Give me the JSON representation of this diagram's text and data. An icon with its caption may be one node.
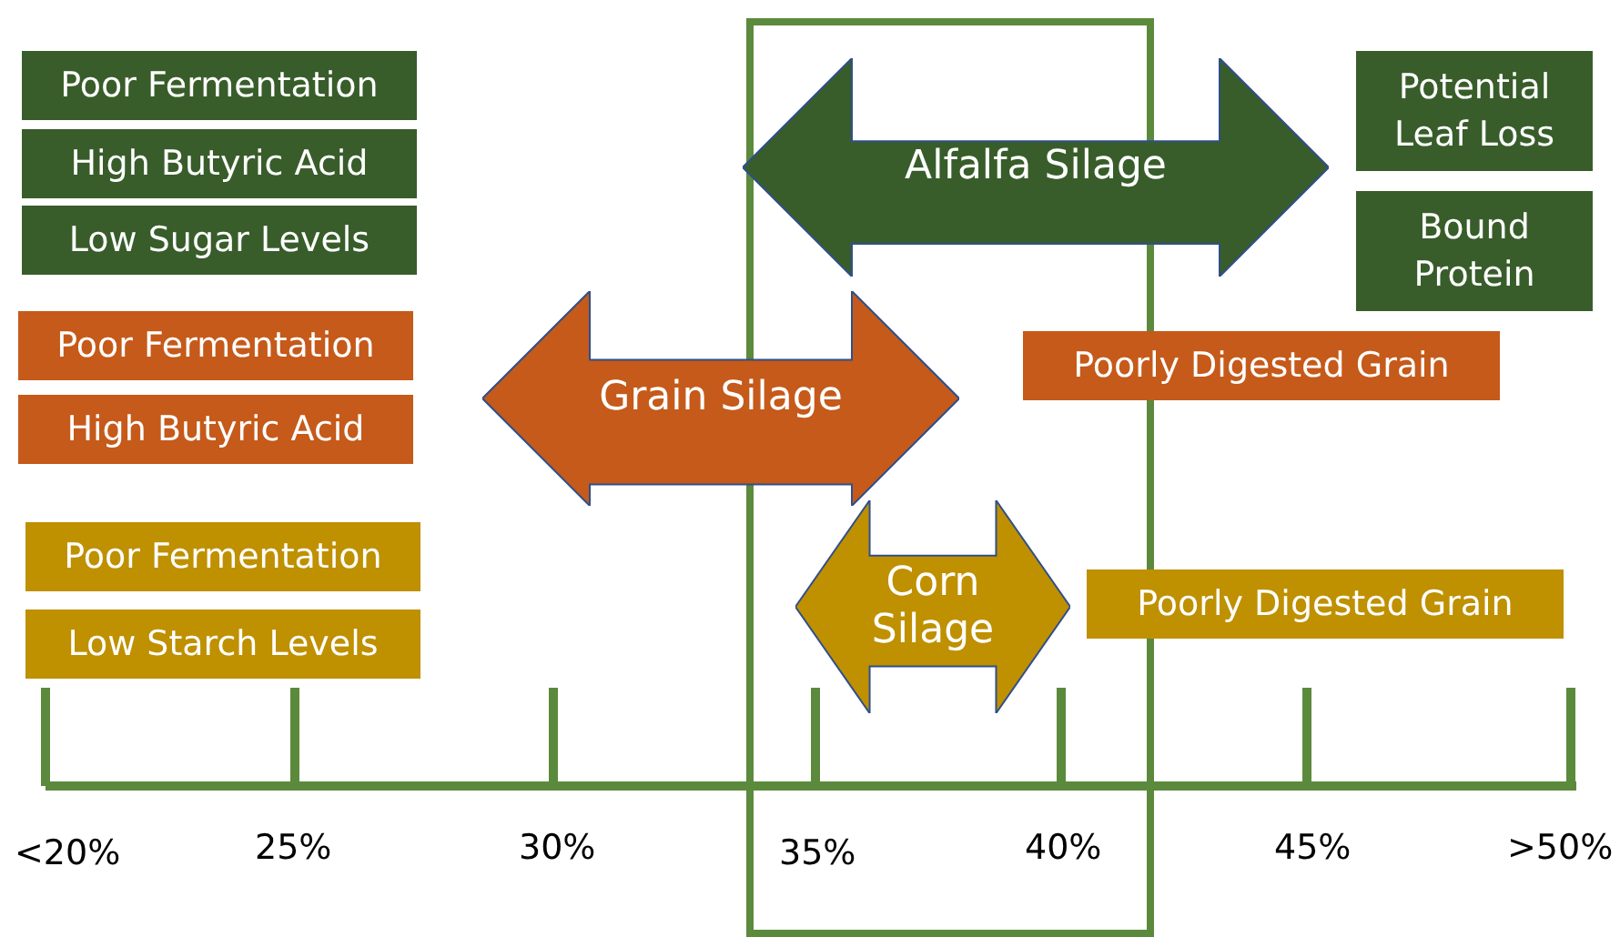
{
  "diagram": {
    "nodes": [
      {
        "text": [
          "Poor Fermentation"
        ]
      },
      {
        "text": [
          "High Butyric Acid"
        ]
      },
      {
        "text": [
          "Low Sugar Levels"
        ]
      },
      {
        "text": [
          "Alfalfa Silage"
        ]
      },
      {
        "text": [
          "Potential Leaf Loss"
        ]
      },
      {
        "text": [
          "Bound Protein"
        ]
      },
      {
        "text": [
          "Poor Fermentation"
        ]
      },
      {
        "text": [
          "High Butyric Acid"
        ]
      },
      {
        "text": [
          "Grain Silage"
        ]
      },
      {
        "text": [
          "Poorly Digested Grain"
        ]
      },
      {
        "text": [
          "Poor Fermentation"
        ]
      },
      {
        "text": [
          "Low Starch Levels"
        ]
      },
      {
        "text": [
          "Corn Silage"
        ]
      },
      {
        "text": [
          "Poorly Digested Grain"
        ]
      }
    ],
    "labels": [
      "<20%",
      "25%",
      "30%",
      "35%",
      "40%",
      "45%",
      ">50%"
    ]
  }
}
